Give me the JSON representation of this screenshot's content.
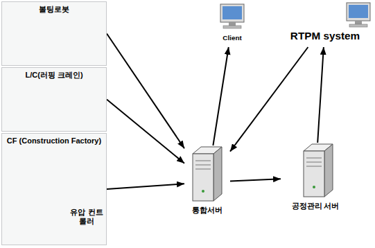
{
  "diagram": {
    "nodes": [
      {
        "text": [
          "볼팅로봇"
        ]
      },
      {
        "text": [
          "L/C(러핑 크레인)"
        ]
      },
      {
        "text": [
          "CF (Construction Factory)"
        ]
      },
      {
        "text": [
          "Client"
        ]
      },
      {
        "text": [
          "RTPM system"
        ]
      },
      {
        "text": [
          "통합서버"
        ]
      },
      {
        "text": [
          "공정관리 서버"
        ]
      }
    ],
    "edges": [
      {
        "from": 0,
        "to": 5,
        "arrow": "to"
      },
      {
        "from": 1,
        "to": 5,
        "arrow": "to"
      },
      {
        "from": 2,
        "to": 5,
        "arrow": "to"
      },
      {
        "from": 5,
        "to": 3,
        "arrow": "to"
      },
      {
        "from": 4,
        "to": 5,
        "arrow": "to"
      },
      {
        "from": 5,
        "to": 6,
        "arrow": "to"
      },
      {
        "from": 6,
        "to": 4,
        "arrow": "to"
      }
    ],
    "labels": [
      "유압 컨트롤러"
    ]
  }
}
